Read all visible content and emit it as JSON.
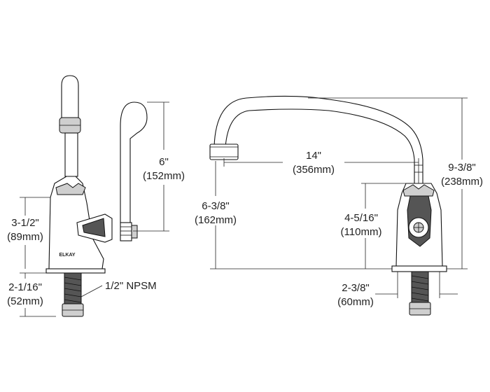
{
  "brand": "ELKAY",
  "side_view": {
    "handle_height": {
      "imperial": "6\"",
      "metric": "(152mm)"
    },
    "body_height": {
      "imperial": "3-1/2\"",
      "metric": "(89mm)"
    },
    "shank_length": {
      "imperial": "2-1/16\"",
      "metric": "(52mm)"
    },
    "thread_callout": "1/2\" NPSM"
  },
  "front_view": {
    "spout_reach": {
      "imperial": "14\"",
      "metric": "(356mm)"
    },
    "outlet_height": {
      "imperial": "6-3/8\"",
      "metric": "(162mm)"
    },
    "overall_height": {
      "imperial": "9-3/8\"",
      "metric": "(238mm)"
    },
    "body_height": {
      "imperial": "4-5/16\"",
      "metric": "(110mm)"
    },
    "base_width": {
      "imperial": "2-3/8\"",
      "metric": "(60mm)"
    }
  }
}
